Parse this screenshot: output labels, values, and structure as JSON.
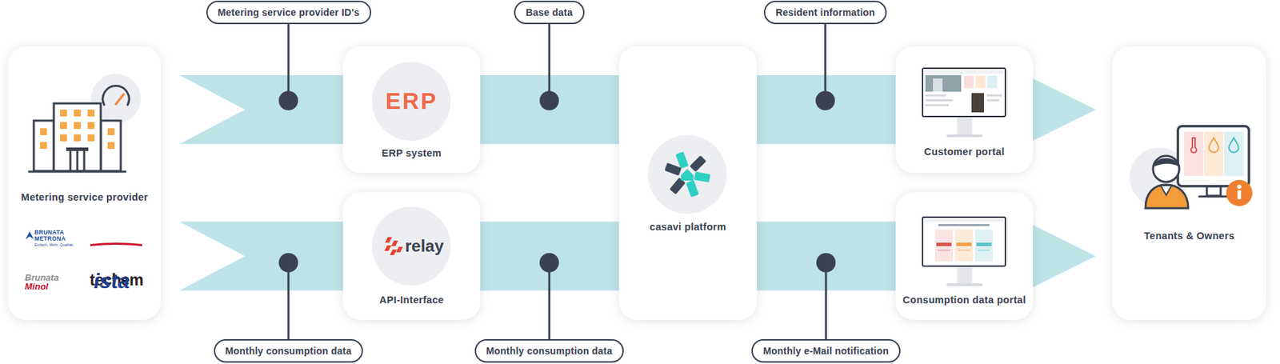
{
  "diagram": {
    "nodes": [
      {
        "text": [
          "Metering service provider",
          "BRUNATA METRONA",
          "Einfach. Mehr. Qualität.",
          "techem",
          "Brunata Minol",
          "ista"
        ]
      },
      {
        "text": [
          "Metering service provider ID's"
        ]
      },
      {
        "text": [
          "Monthly consumption data"
        ]
      },
      {
        "text": [
          "ERP",
          "ERP system"
        ]
      },
      {
        "text": [
          "relay",
          "API-Interface"
        ]
      },
      {
        "text": [
          "Base data"
        ]
      },
      {
        "text": [
          "Monthly consumption data"
        ]
      },
      {
        "text": [
          "casavi platform"
        ]
      },
      {
        "text": [
          "Resident information"
        ]
      },
      {
        "text": [
          "Monthly e-Mail notification"
        ]
      },
      {
        "text": [
          "Customer portal"
        ]
      },
      {
        "text": [
          "Consumption data portal"
        ]
      },
      {
        "text": [
          "Tenants & Owners"
        ]
      }
    ],
    "edges": [
      {
        "from": 0,
        "to": 3,
        "arrow": "none"
      },
      {
        "from": 3,
        "to": 7,
        "arrow": "none"
      },
      {
        "from": 7,
        "to": 10,
        "arrow": "none"
      },
      {
        "from": 10,
        "to": 12,
        "arrow": "to"
      },
      {
        "from": 0,
        "to": 4,
        "arrow": "none"
      },
      {
        "from": 4,
        "to": 7,
        "arrow": "none"
      },
      {
        "from": 7,
        "to": 11,
        "arrow": "none"
      },
      {
        "from": 11,
        "to": 12,
        "arrow": "to"
      }
    ]
  }
}
